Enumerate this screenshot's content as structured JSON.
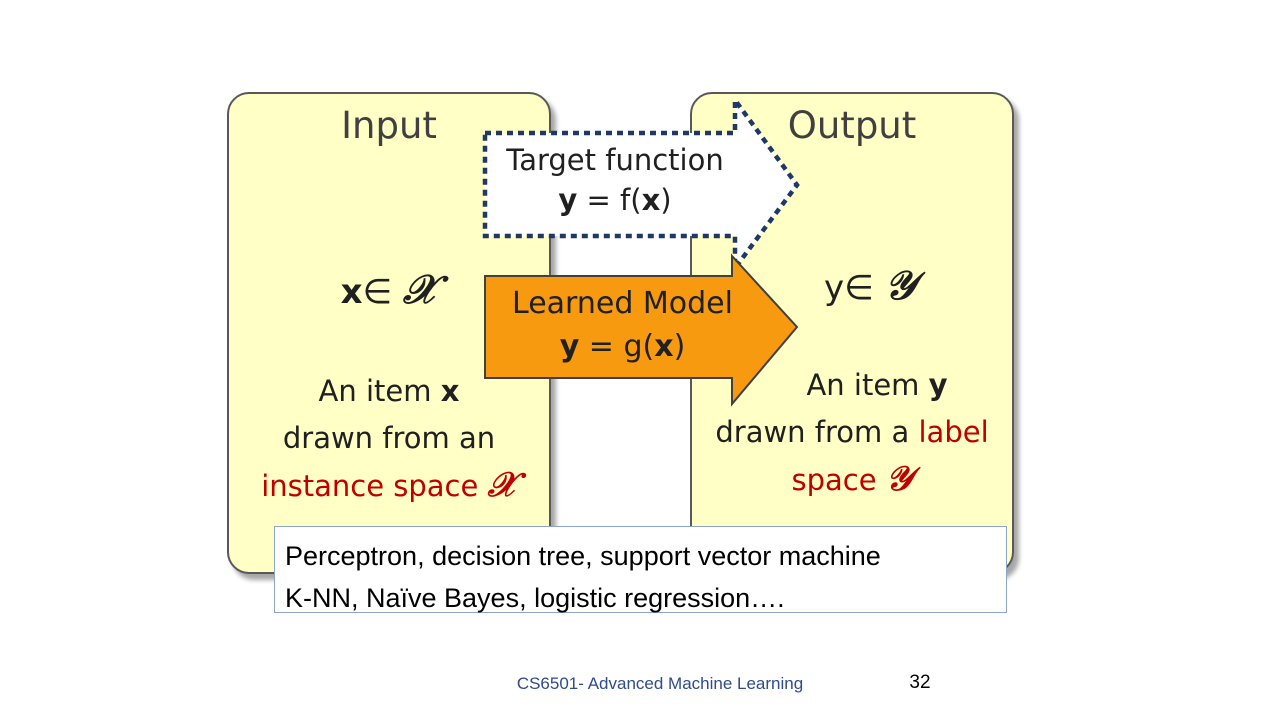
{
  "input_panel": {
    "title": "Input",
    "var_prefix": "x",
    "var_relation": "∈ ",
    "space_symbol": "𝒳",
    "desc_line1_pre": "An item ",
    "desc_line1_var": "x",
    "desc_line2": "drawn from an",
    "desc_line3": "instance space ",
    "desc_line3_symbol": "𝒳"
  },
  "output_panel": {
    "title": "Output",
    "var_prefix": "y",
    "var_relation": "∈ ",
    "space_symbol": "𝒴",
    "desc_line1_pre": "An item ",
    "desc_line1_var": "y",
    "desc_line2_pre": "drawn from a ",
    "desc_line2_red": "label",
    "desc_line3": "space ",
    "desc_line3_symbol": "𝒴"
  },
  "target_arrow": {
    "line1": "Target function",
    "eq_var": "y",
    "eq_mid": " = f(",
    "eq_arg": "x",
    "eq_end": ")"
  },
  "model_arrow": {
    "line1": "Learned Model",
    "eq_var": "y",
    "eq_mid": " = g(",
    "eq_arg": "x",
    "eq_end": ")"
  },
  "algorithms": {
    "line1": "Perceptron, decision tree, support vector machine",
    "line2": "K-NN, Naïve Bayes, logistic regression…."
  },
  "footer": {
    "course": "CS6501- Advanced Machine Learning",
    "page": "32"
  },
  "colors": {
    "panel_fill": "#ffffc6",
    "model_fill": "#f79a0f",
    "highlight_red": "#c00000"
  }
}
